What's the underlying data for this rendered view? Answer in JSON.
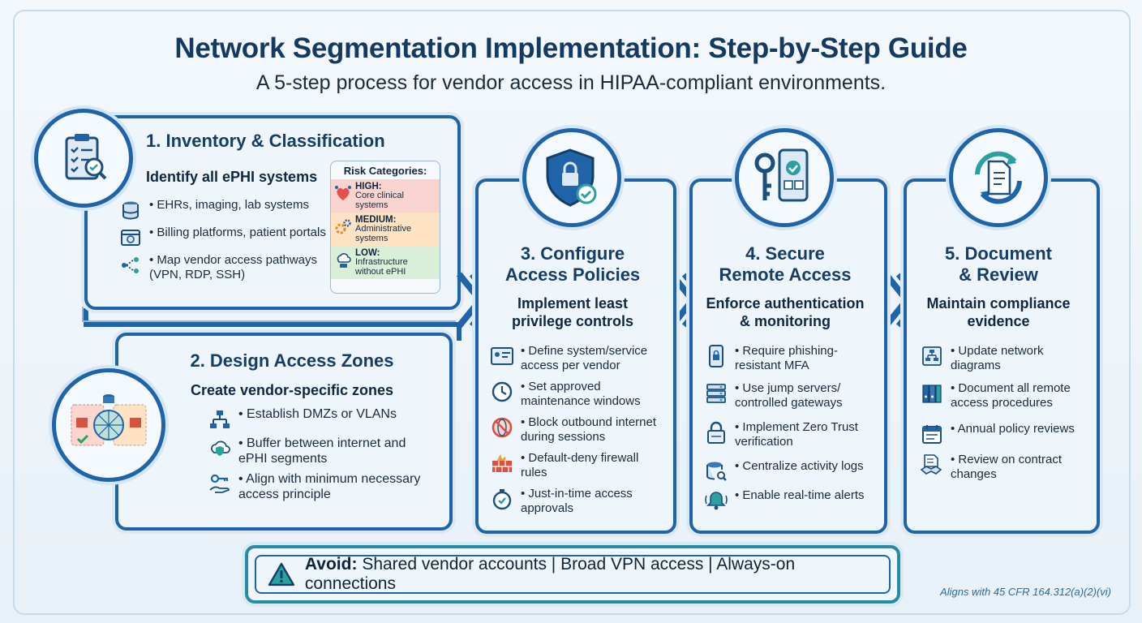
{
  "header": {
    "title": "Network Segmentation Implementation: Step-by-Step Guide",
    "subtitle": "A 5-step process for vendor access in HIPAA-compliant environments."
  },
  "step1": {
    "title": "1. Inventory & Classification",
    "subtitle": "Identify all ePHI systems",
    "items": [
      {
        "icon": "database-icon",
        "text": "EHRs, imaging, lab systems"
      },
      {
        "icon": "browser-icon",
        "text": "Billing platforms, patient portals"
      },
      {
        "icon": "network-path-icon",
        "text": "Map vendor access pathways (VPN, RDP, SSH)"
      }
    ],
    "risk": {
      "title": "Risk Categories:",
      "levels": [
        {
          "label": "HIGH:",
          "desc": "Core clinical systems",
          "color": "#f9d3cf",
          "icon": "heart-network-icon"
        },
        {
          "label": "MEDIUM:",
          "desc": "Administrative systems",
          "color": "#fde2c4",
          "icon": "gears-icon"
        },
        {
          "label": "LOW:",
          "desc": "Infrastructure without ePHI",
          "color": "#d9efd7",
          "icon": "cloud-server-icon"
        }
      ]
    }
  },
  "step2": {
    "title": "2. Design Access Zones",
    "subtitle": "Create vendor-specific zones",
    "items": [
      {
        "icon": "hierarchy-icon",
        "text": "Establish DMZs or VLANs"
      },
      {
        "icon": "cloud-shield-icon",
        "text": "Buffer between internet and ePHI segments"
      },
      {
        "icon": "key-hand-icon",
        "text": "Align with minimum necessary access principle"
      }
    ]
  },
  "step3": {
    "title_line1": "3. Configure",
    "title_line2": "Access Policies",
    "subtitle_line1": "Implement least",
    "subtitle_line2": "privilege controls",
    "items": [
      {
        "icon": "id-card-icon",
        "text": "Define system/service access per vendor"
      },
      {
        "icon": "clock-icon",
        "text": "Set approved maintenance windows"
      },
      {
        "icon": "blocked-globe-icon",
        "text": "Block outbound internet during sessions"
      },
      {
        "icon": "firewall-icon",
        "text": "Default-deny firewall rules"
      },
      {
        "icon": "stopwatch-icon",
        "text": "Just-in-time access approvals"
      }
    ]
  },
  "step4": {
    "title_line1": "4. Secure",
    "title_line2": "Remote Access",
    "subtitle_line1": "Enforce authentication",
    "subtitle_line2": "& monitoring",
    "items": [
      {
        "icon": "phone-lock-icon",
        "text": "Require phishing-resistant MFA"
      },
      {
        "icon": "server-stack-icon",
        "text": "Use jump servers/ controlled gateways"
      },
      {
        "icon": "padlock-icon",
        "text": "Implement Zero Trust verification"
      },
      {
        "icon": "database-search-icon",
        "text": "Centralize activity logs"
      },
      {
        "icon": "bell-alert-icon",
        "text": "Enable real-time alerts"
      }
    ]
  },
  "step5": {
    "title_line1": "5. Document",
    "title_line2": "& Review",
    "subtitle_line1": "Maintain compliance",
    "subtitle_line2": "evidence",
    "items": [
      {
        "icon": "diagram-doc-icon",
        "text": "Update network diagrams"
      },
      {
        "icon": "binders-icon",
        "text": "Document all remote access procedures"
      },
      {
        "icon": "calendar-icon",
        "text": "Annual policy reviews"
      },
      {
        "icon": "handshake-doc-icon",
        "text": "Review on contract changes"
      }
    ]
  },
  "avoid": {
    "label": "Avoid:",
    "text": "Shared vendor accounts | Broad VPN access | Always-on connections"
  },
  "footer": {
    "note": "Aligns with 45 CFR 164.312(a)(2)(vi)"
  },
  "colors": {
    "primary": "#1f64a8",
    "title": "#143a63",
    "accent": "#2a8aa6",
    "check": "#2aa0a0"
  }
}
